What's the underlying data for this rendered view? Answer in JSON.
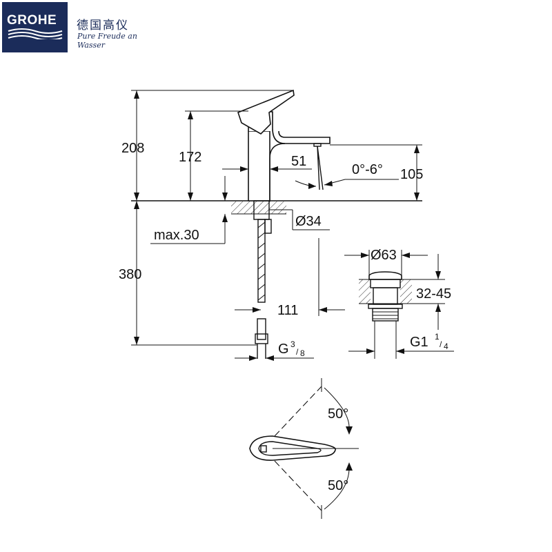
{
  "brand": {
    "logo": "GROHE",
    "chinese_name": "德国高仪",
    "slogan": "Pure Freude an Wasser",
    "color": "#1b2c5a"
  },
  "dimensions": {
    "total_height": "208",
    "body_height": "172",
    "spout_projection": "51",
    "spout_height": "105",
    "tilt_range": "0°-6°",
    "hole_diameter": "Ø34",
    "max_thickness": "max.30",
    "hose_length": "380",
    "hose_offset": "111",
    "waste_diameter": "Ø63",
    "waste_range": "32-45",
    "connection_main": "G",
    "connection_sup": "3",
    "connection_sub": "8",
    "waste_thread_main": "G1",
    "waste_thread_sup": "1",
    "waste_thread_sub": "4",
    "rotation_top": "50°",
    "rotation_bottom": "50°"
  }
}
